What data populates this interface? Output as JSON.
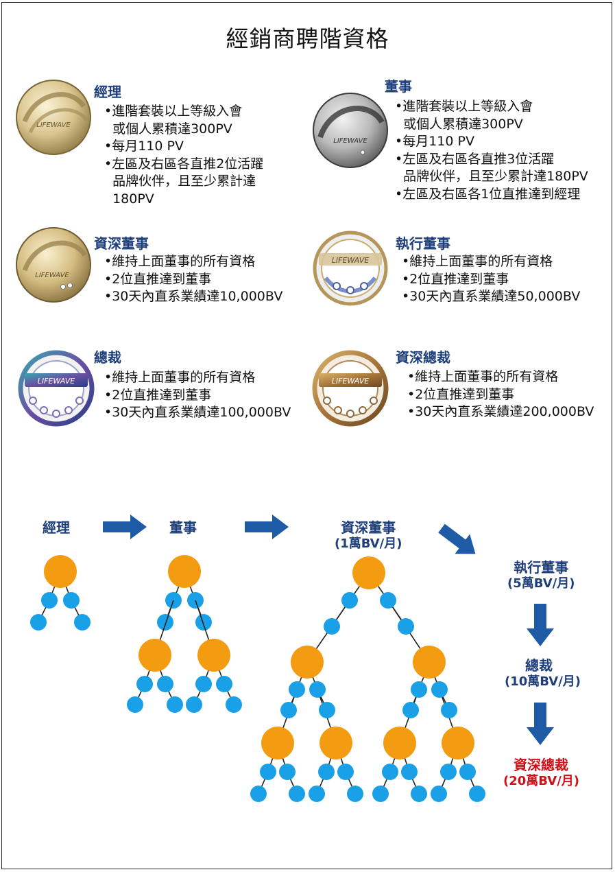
{
  "title": "經銷商聘階資格",
  "ranks": [
    {
      "id": "manager",
      "name": "經理",
      "requirements": [
        "•進階套裝以上等級入會",
        "  或個人累積達300PV",
        "•每月110 PV",
        "•左區及右區各直推2位活躍",
        "  品牌伙伴，且至少累計達",
        "  180PV"
      ],
      "medal": {
        "style": "gold-wave",
        "logo_text": "LIFEWAVE",
        "gems": 0
      }
    },
    {
      "id": "director",
      "name": "董事",
      "requirements": [
        "•進階套裝以上等級入會",
        "  或個人累積達300PV",
        "•每月110 PV",
        "•左區及右區各直推3位活躍",
        "  品牌伙伴，且至少累計達180PV",
        "•左區及右區各1位直推達到經理"
      ],
      "medal": {
        "style": "silver-wave",
        "logo_text": "LIFEWAVE",
        "gems": 1
      }
    },
    {
      "id": "senior-director",
      "name": "資深董事",
      "requirements": [
        "•維持上面董事的所有資格",
        "•2位直推達到董事",
        "•30天內直系業績達10,000BV"
      ],
      "medal": {
        "style": "gold-wave",
        "logo_text": "LIFEWAVE",
        "gems": 2
      }
    },
    {
      "id": "executive-director",
      "name": "執行董事",
      "requirements": [
        "•維持上面董事的所有資格",
        "•2位直推達到董事",
        "•30天內直系業績達50,000BV"
      ],
      "medal": {
        "style": "ring-silver",
        "logo_text": "LIFEWAVE",
        "gems": 3
      }
    },
    {
      "id": "president",
      "name": "總裁",
      "requirements": [
        "•維持上面董事的所有資格",
        "•2位直推達到董事",
        "•30天內直系業績達100,000BV"
      ],
      "medal": {
        "style": "ring-rainbow",
        "logo_text": "LIFEWAVE",
        "gems": 5
      }
    },
    {
      "id": "senior-president",
      "name": "資深總裁",
      "requirements": [
        "•維持上面董事的所有資格",
        "•2位直推達到董事",
        "•30天內直系業績達200,000BV"
      ],
      "medal": {
        "style": "ring-gold",
        "logo_text": "LIFEWAVE",
        "gems": 5
      }
    }
  ],
  "progression": {
    "manager": "經理",
    "director": "董事",
    "senior_director": "資深董事",
    "senior_director_bv": "(1萬BV/月)",
    "executive_director": "執行董事",
    "executive_director_bv": "(5萬BV/月)",
    "president": "總裁",
    "president_bv": "(10萬BV/月)",
    "senior_president": "資深總裁",
    "senior_president_bv": "(20萬BV/月)"
  },
  "colors": {
    "rank_title": "#1f3f7a",
    "arrow": "#1f5aa6",
    "leader_node": "#f39c12",
    "member_node": "#1aa0e6",
    "final_rank": "#d0101a"
  },
  "icons": [
    "medal-icon",
    "right-arrow-icon",
    "diagonal-arrow-icon",
    "down-arrow-icon"
  ]
}
